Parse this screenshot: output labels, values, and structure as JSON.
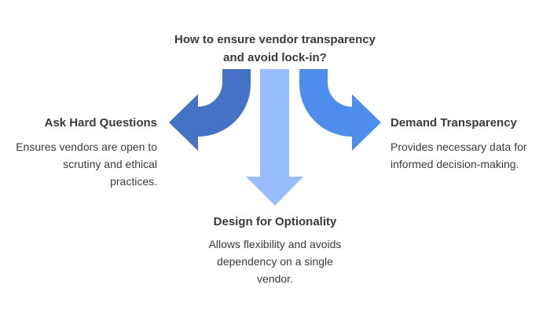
{
  "title": {
    "line1": "How to ensure vendor transparency",
    "line2": "and avoid lock-in?"
  },
  "branches": [
    {
      "heading": "Ask Hard Questions",
      "body": [
        "Ensures vendors are open to",
        "scrutiny and ethical",
        "practices."
      ],
      "color": "#4472C4"
    },
    {
      "heading": "Design for Optionality",
      "body": [
        "Allows flexibility and avoids",
        "dependency on a single",
        "vendor."
      ],
      "color": "#99BEFF"
    },
    {
      "heading": "Demand Transparency",
      "body": [
        "Provides necessary data for",
        "informed decision-making."
      ],
      "color": "#4F8DED"
    }
  ]
}
